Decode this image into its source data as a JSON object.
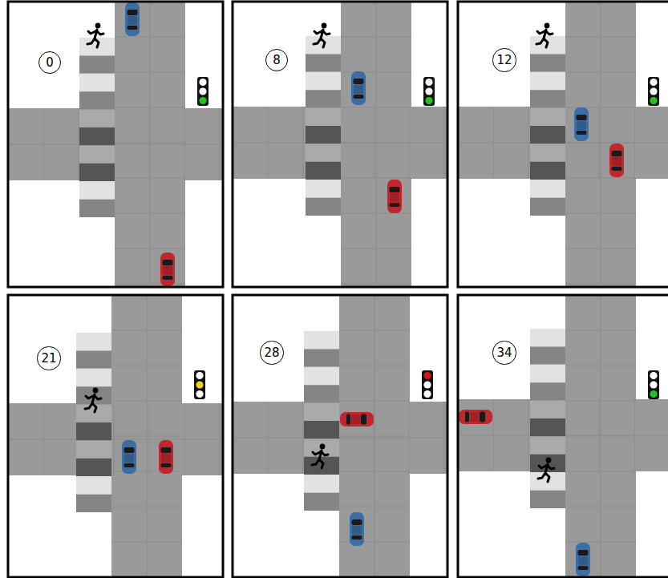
{
  "diagram": {
    "nodes": [
      {
        "text": [
          "0"
        ]
      },
      {
        "text": [
          "8"
        ]
      },
      {
        "text": [
          "12"
        ]
      },
      {
        "text": [
          "21"
        ]
      },
      {
        "text": [
          "28"
        ]
      },
      {
        "text": [
          "34"
        ]
      }
    ]
  }
}
